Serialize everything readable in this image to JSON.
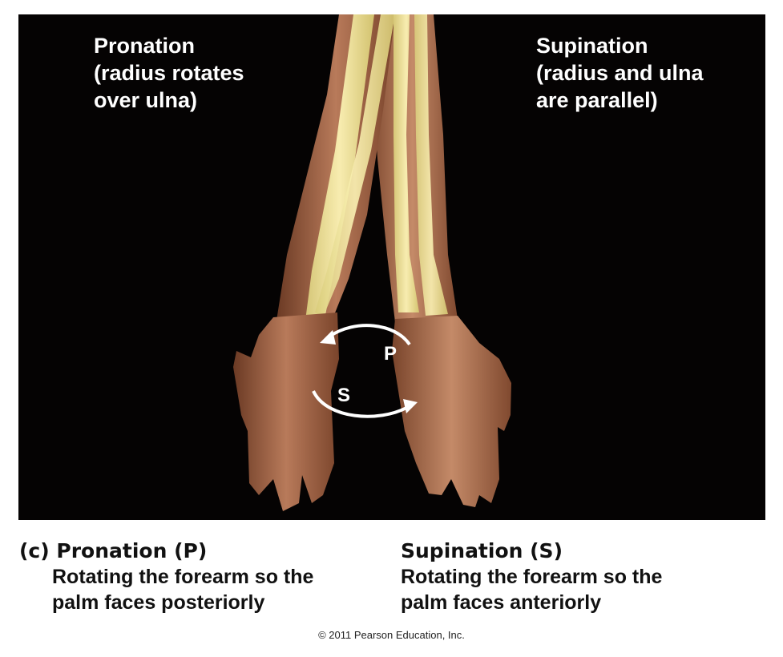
{
  "photo": {
    "overlay_left": [
      "Pronation",
      "(radius rotates",
      "over ulna)"
    ],
    "overlay_right": [
      "Supination",
      "(radius and ulna",
      "are parallel)"
    ],
    "arrow_label_p": "P",
    "arrow_label_s": "S"
  },
  "caption": {
    "left_prefix": "(c)",
    "left_title": "Pronation (P)",
    "left_line1": "Rotating the forearm so the",
    "left_line2": "palm faces posteriorly",
    "right_title": "Supination (S)",
    "right_line1": "Rotating the forearm so the",
    "right_line2": "palm faces anteriorly"
  },
  "copyright": "© 2011 Pearson Education, Inc."
}
